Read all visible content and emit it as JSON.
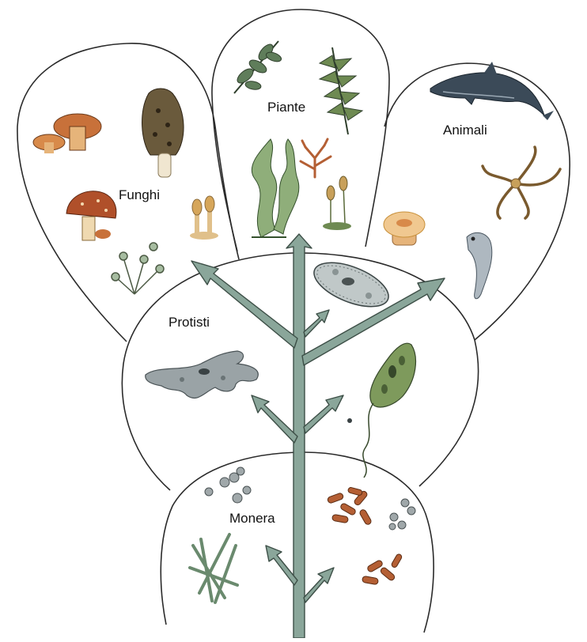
{
  "kingdoms": {
    "funghi": "Funghi",
    "piante": "Piante",
    "animali": "Animali",
    "protisti": "Protisti",
    "monera": "Monera"
  },
  "colors": {
    "outline": "#2b2b2b",
    "tree_fill": "#8aa69a",
    "tree_stroke": "#3d4f47",
    "mushroom": "#c8713a",
    "plant_green": "#5f7d5a",
    "dolphin": "#3b4a58",
    "cell_gray": "#9aa3a6",
    "euglena": "#7e9a5c",
    "bacteria": "#b45f34"
  },
  "icons": [
    "mushroom-icon",
    "morel-icon",
    "toadstool-icon",
    "mold-icon",
    "slime-mold-icon",
    "leaf-branch-icon",
    "fern-icon",
    "seaweed-icon",
    "coral-icon",
    "moss-icon",
    "dolphin-icon",
    "starfish-icon",
    "sea-anemone-icon",
    "larva-icon",
    "paramecium-icon",
    "amoeba-icon",
    "euglena-icon",
    "cocci-icon",
    "filament-bacteria-icon",
    "bacilli-icon"
  ]
}
